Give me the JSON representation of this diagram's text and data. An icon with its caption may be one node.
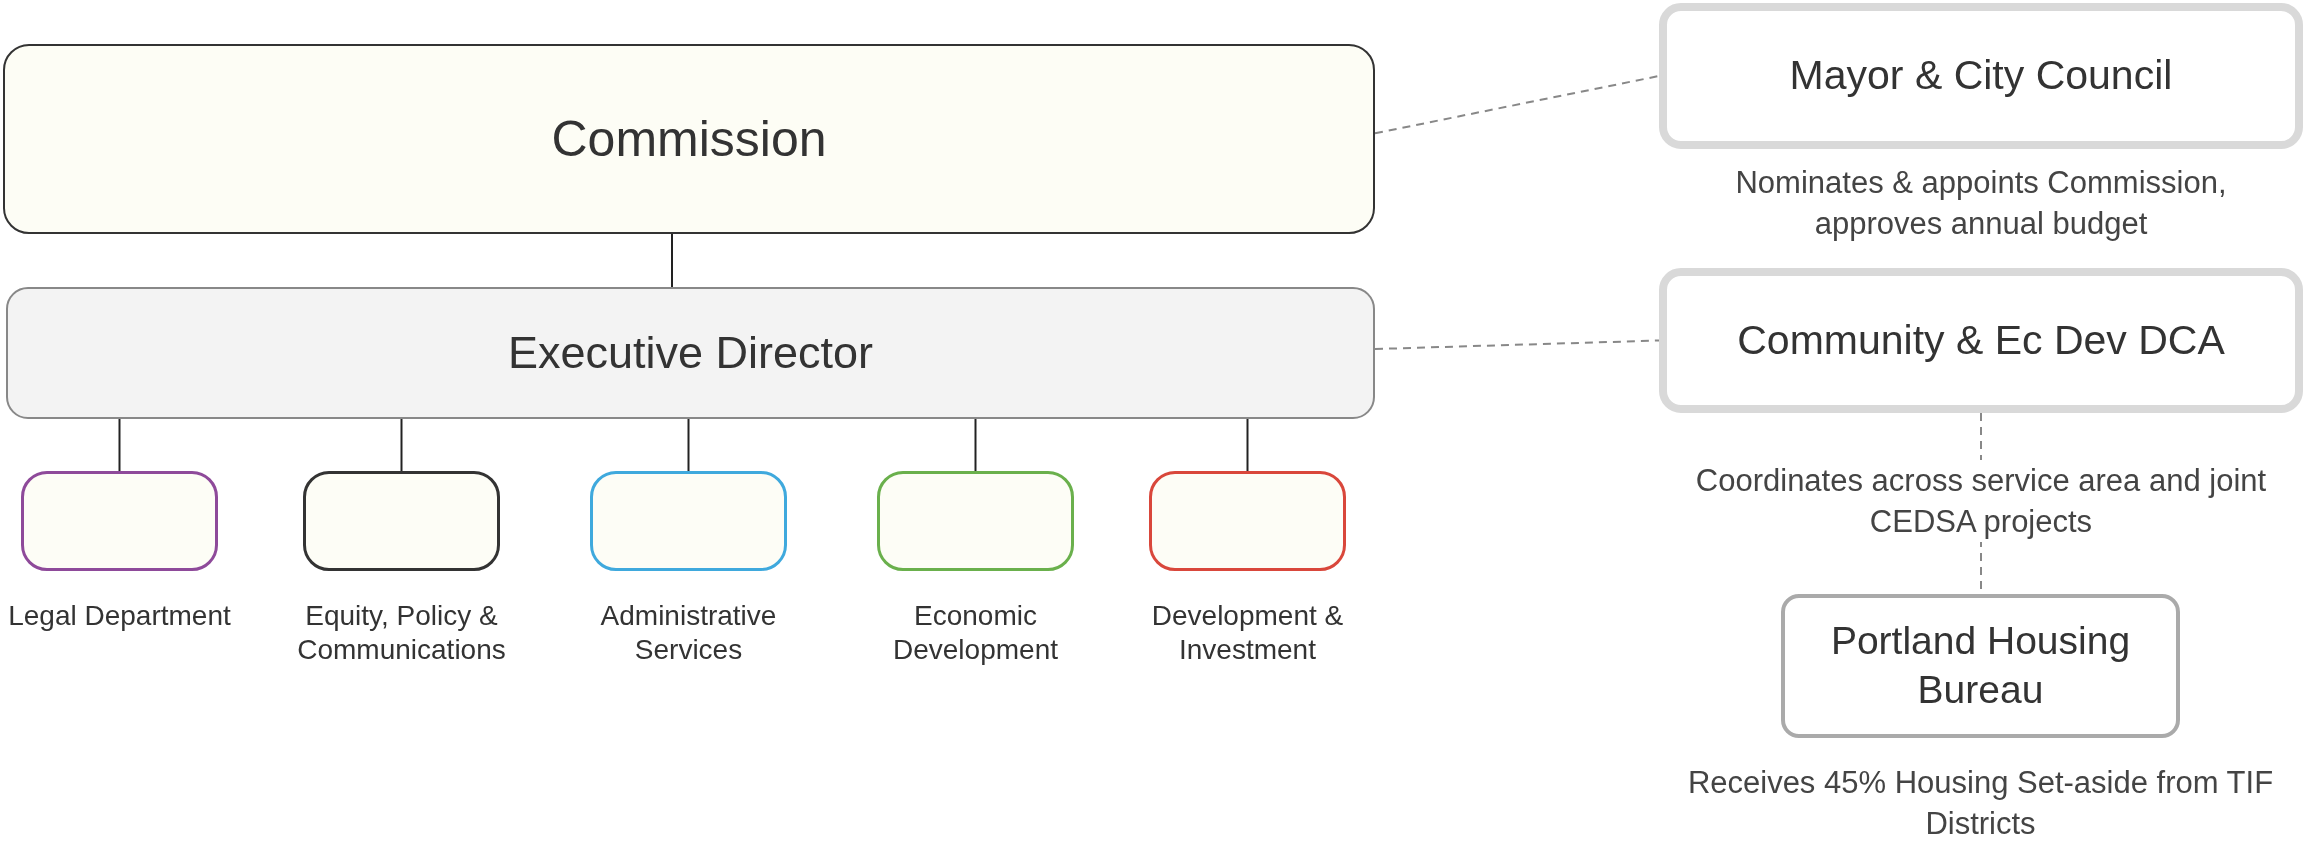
{
  "diagram": {
    "nodes": [
      {
        "text": [
          "Commission"
        ]
      },
      {
        "text": [
          "Executive Director"
        ]
      },
      {
        "text": [
          "Legal Department"
        ]
      },
      {
        "text": [
          "Equity, Policy & Communications"
        ]
      },
      {
        "text": [
          "Administrative Services"
        ]
      },
      {
        "text": [
          "Economic Development"
        ]
      },
      {
        "text": [
          "Development & Investment"
        ]
      },
      {
        "text": [
          "Mayor & City Council"
        ],
        "beside": [
          "Nominates & appoints Commission, approves annual budget"
        ]
      },
      {
        "text": [
          "Community & Ec Dev DCA"
        ]
      },
      {
        "text": [
          "Portland Housing Bureau"
        ],
        "beside": [
          "Receives 45% Housing Set-aside from TIF Districts"
        ]
      }
    ],
    "edges": [
      {
        "from": 0,
        "to": 1,
        "arrow": "none"
      },
      {
        "from": 1,
        "to": 2,
        "arrow": "none"
      },
      {
        "from": 1,
        "to": 3,
        "arrow": "none"
      },
      {
        "from": 1,
        "to": 4,
        "arrow": "none"
      },
      {
        "from": 1,
        "to": 5,
        "arrow": "none"
      },
      {
        "from": 1,
        "to": 6,
        "arrow": "none"
      },
      {
        "from": 0,
        "to": 7,
        "arrow": "none",
        "style": "dashed",
        "color": "#888888"
      },
      {
        "from": 1,
        "to": 8,
        "arrow": "none",
        "style": "dashed",
        "color": "#888888"
      },
      {
        "from": 8,
        "to": 9,
        "arrow": "none",
        "style": "dashed",
        "color": "#888888",
        "label": "Coordinates across service area and joint CEDSA projects"
      }
    ]
  }
}
